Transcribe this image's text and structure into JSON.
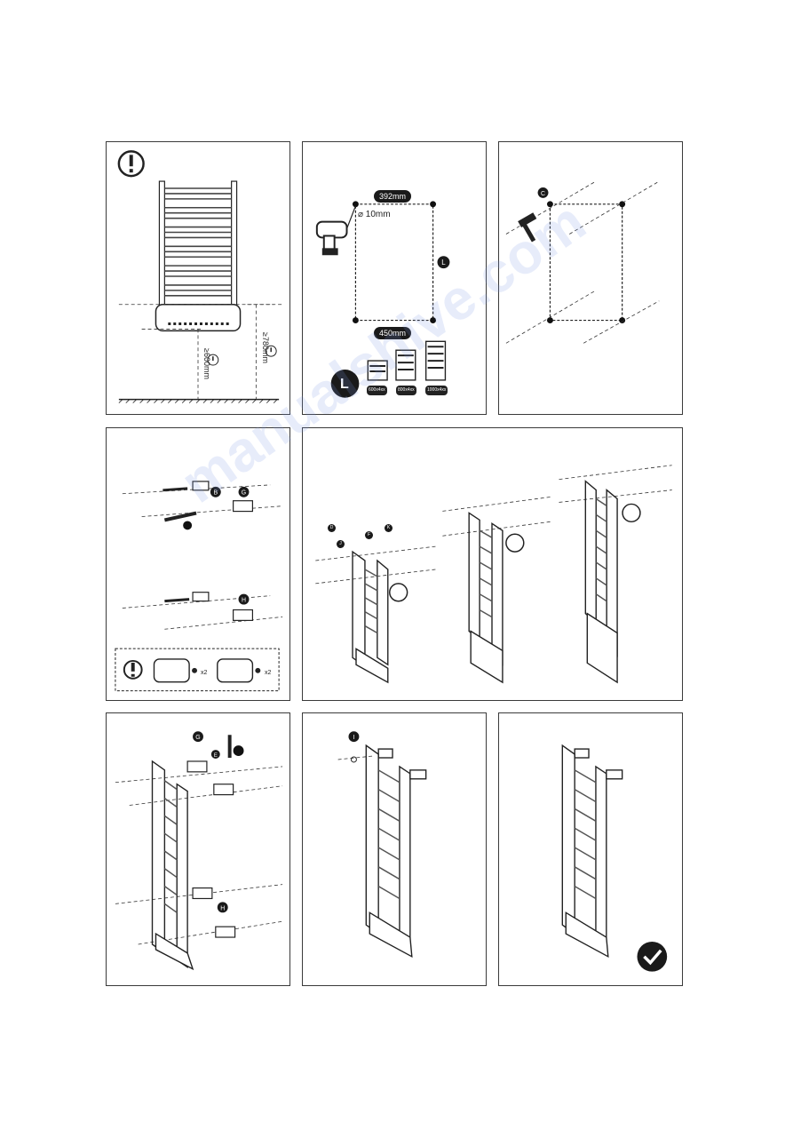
{
  "panel1": {
    "warning_icon": "exclamation-circle-icon",
    "min_height_floor": "≥600mm",
    "min_height_top": "≥780mm"
  },
  "panel2": {
    "width_top": "392mm",
    "drill_diameter": "⌀ 10mm",
    "width_bottom": "450mm",
    "size_letter": "L",
    "model_labels": [
      "600x4xx",
      "800x4xx",
      "1000x4xx"
    ]
  },
  "panel3": {
    "part_c": "C"
  },
  "panel4": {
    "part_b": "B",
    "part_g": "G",
    "part_h": "H",
    "qty_g": "x2",
    "qty_h": "x2",
    "plus_icon": "plus-circle-icon"
  },
  "panel5": {
    "parts": [
      "D",
      "J",
      "F",
      "K"
    ]
  },
  "panel7": {
    "part_g": "G",
    "part_e": "E",
    "part_h": "H"
  },
  "panel8": {
    "part_i": "I"
  },
  "panel9": {
    "done_icon": "check-circle-icon"
  },
  "watermark": "manualshive.com"
}
